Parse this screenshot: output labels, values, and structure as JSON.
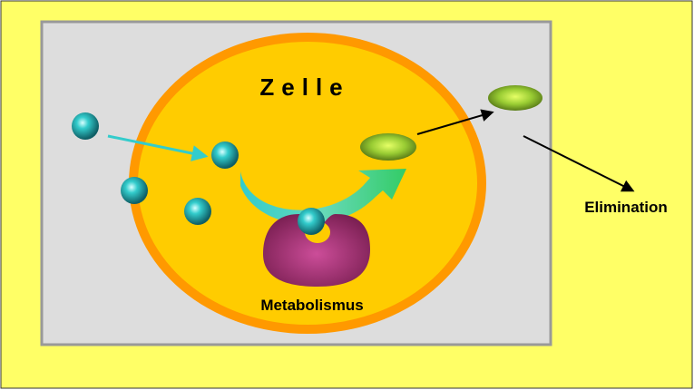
{
  "labels": {
    "cell": "Zelle",
    "metabolism": "Metabolismus",
    "elimination": "Elimination"
  },
  "colors": {
    "slide_background": "#ffff66",
    "box_fill": "#dddddd",
    "box_border": "#999999",
    "cell_membrane": "#ff9900",
    "cell_cytoplasm": "#ffcc00",
    "molecule": "#33cccc",
    "metabolite": "#99cc33",
    "enzyme": "#993366",
    "arrow_in": "#33cccc",
    "arrow_out": "#33cc66"
  },
  "icons": {
    "molecule": "teal-sphere-icon",
    "metabolite": "green-ellipse-icon",
    "enzyme": "enzyme-blob-icon"
  }
}
